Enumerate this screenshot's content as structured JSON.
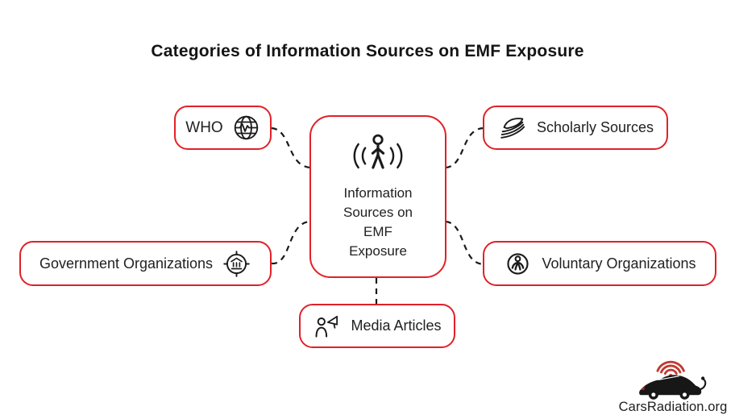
{
  "title": "Categories of Information Sources on EMF Exposure",
  "colors": {
    "node_border": "#e02128",
    "text": "#212121",
    "connector": "#1a1a1a",
    "logo_red": "#c13a32",
    "background": "#ffffff"
  },
  "center_node": {
    "label": "Information Sources on EMF Exposure",
    "icon": "person-signal-icon"
  },
  "satellites": [
    {
      "id": "who",
      "label": "WHO",
      "icon": "globe-pulse-icon",
      "icon_side": "right"
    },
    {
      "id": "scholarly",
      "label": "Scholarly Sources",
      "icon": "stacked-pages-icon",
      "icon_side": "left"
    },
    {
      "id": "government",
      "label": "Government Organizations",
      "icon": "bank-target-icon",
      "icon_side": "right"
    },
    {
      "id": "voluntary",
      "label": "Voluntary Organizations",
      "icon": "person-circle-icon",
      "icon_side": "left"
    },
    {
      "id": "media",
      "label": "Media Articles",
      "icon": "person-megaphone-icon",
      "icon_side": "left"
    }
  ],
  "logo": {
    "text": "CarsRadiation.org",
    "icon": "car-radiation-icon"
  }
}
